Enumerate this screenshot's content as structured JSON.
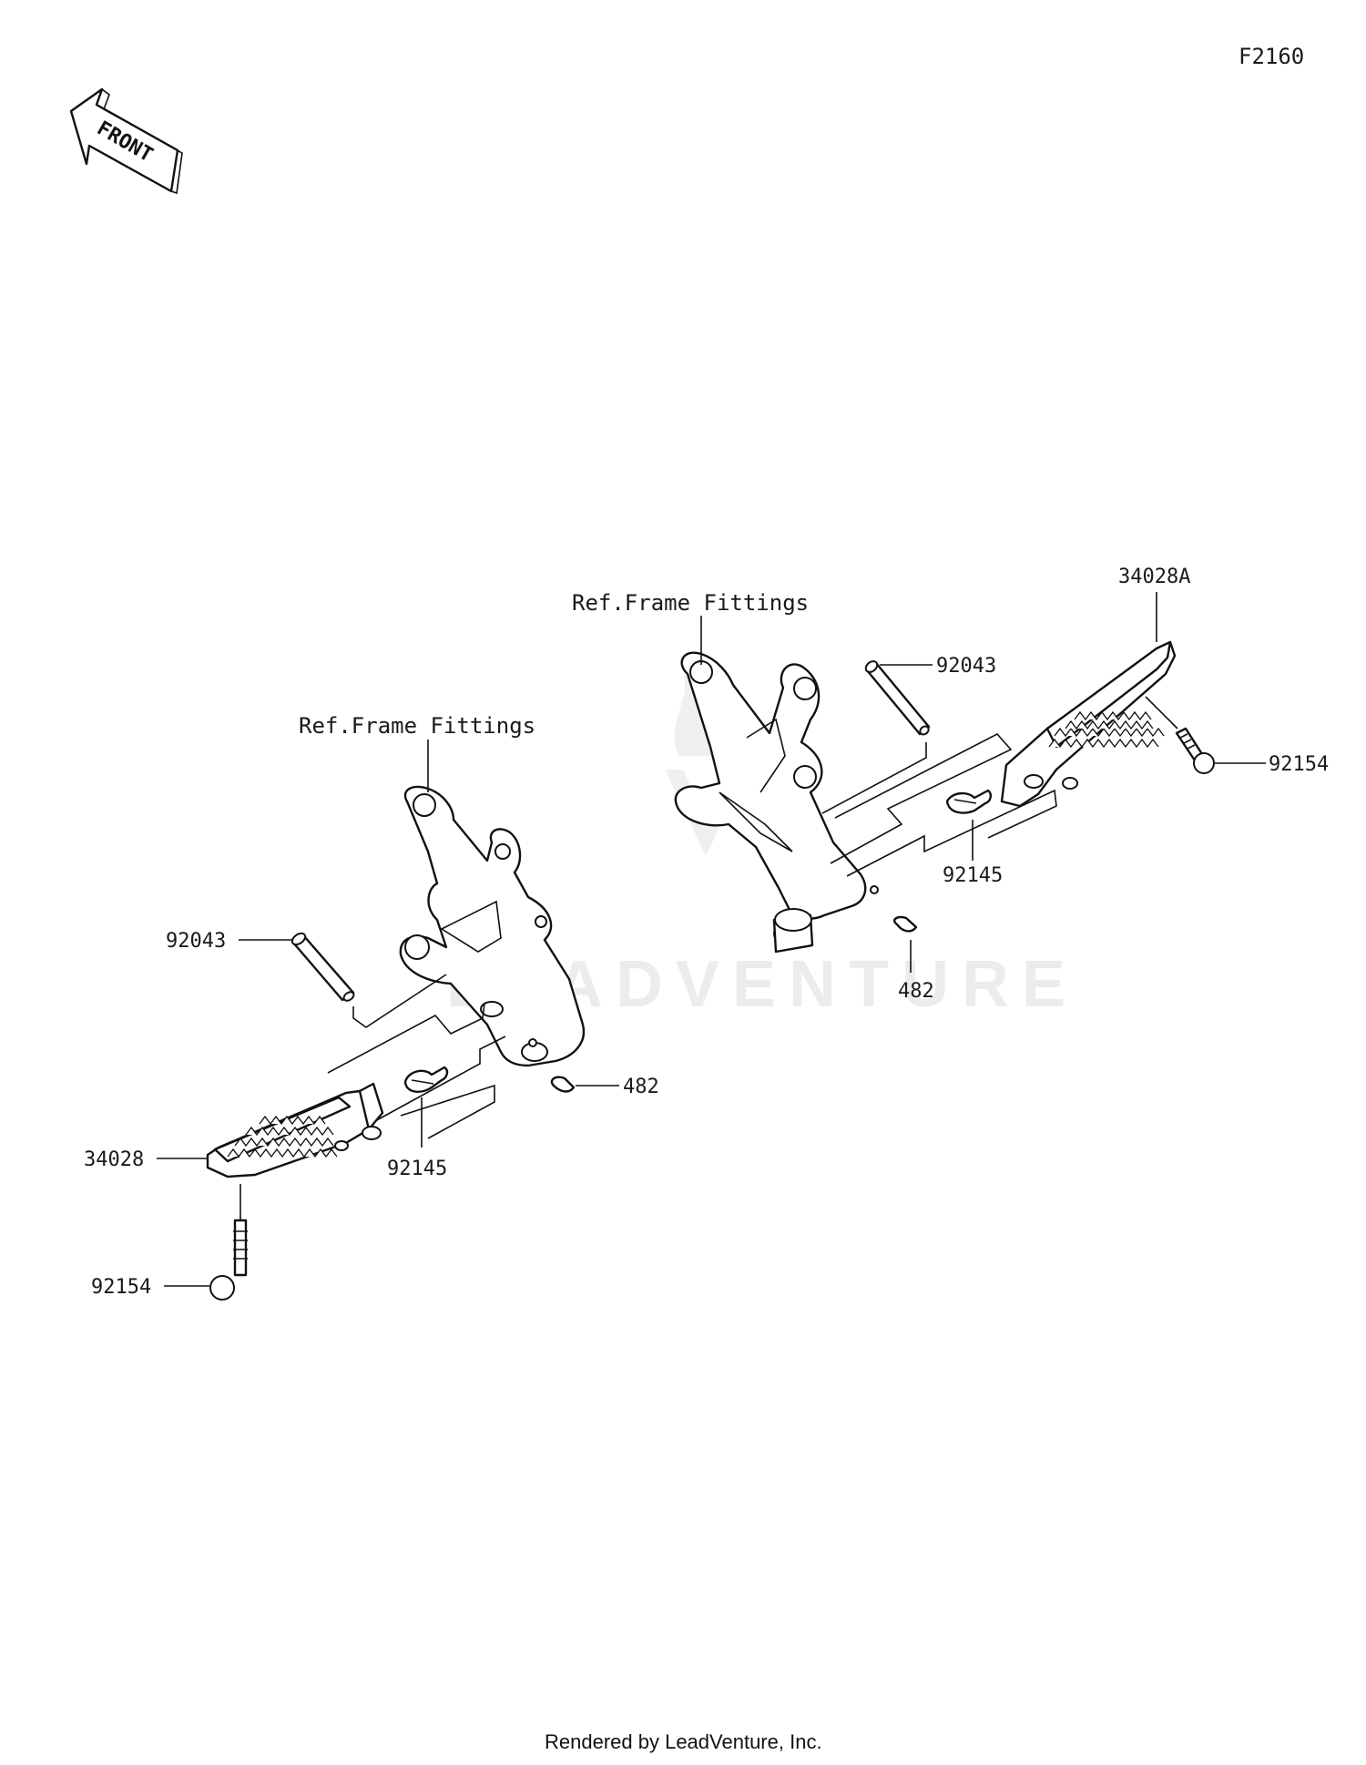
{
  "diagram": {
    "figure_code": "F2160",
    "front_label": "FRONT",
    "watermark": "LEADVENTURE",
    "credit": "Rendered by LeadVenture, Inc.",
    "callouts": {
      "right": {
        "ref": "Ref.Frame Fittings",
        "peg": "34028A",
        "pin": "92043",
        "bolt": "92154",
        "spring": "92145",
        "clip": "482"
      },
      "left": {
        "ref": "Ref.Frame Fittings",
        "peg": "34028",
        "pin": "92043",
        "bolt": "92154",
        "spring": "92145",
        "clip": "482"
      }
    }
  }
}
